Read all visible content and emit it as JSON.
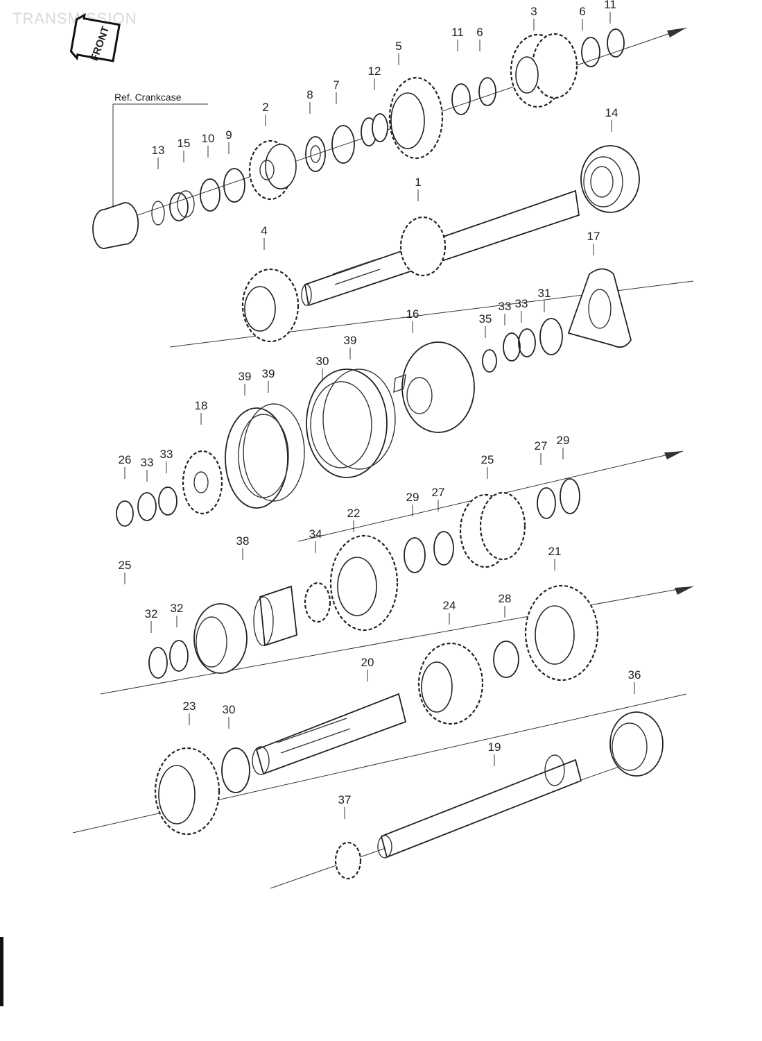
{
  "page": {
    "title": "TRANSMISSION",
    "front_label": "FRONT",
    "ref_label": "Ref. Crankcase"
  },
  "labels": [
    {
      "id": "p3",
      "text": "3"
    },
    {
      "id": "p6a",
      "text": "6"
    },
    {
      "id": "p11a",
      "text": "11"
    },
    {
      "id": "p11b",
      "text": "11"
    },
    {
      "id": "p6b",
      "text": "6"
    },
    {
      "id": "p5",
      "text": "5"
    },
    {
      "id": "p12",
      "text": "12"
    },
    {
      "id": "p7",
      "text": "7"
    },
    {
      "id": "p8",
      "text": "8"
    },
    {
      "id": "p2",
      "text": "2"
    },
    {
      "id": "p13",
      "text": "13"
    },
    {
      "id": "p15",
      "text": "15"
    },
    {
      "id": "p10",
      "text": "10"
    },
    {
      "id": "p9",
      "text": "9"
    },
    {
      "id": "p14",
      "text": "14"
    },
    {
      "id": "p1",
      "text": "1"
    },
    {
      "id": "p4",
      "text": "4"
    },
    {
      "id": "p17",
      "text": "17"
    },
    {
      "id": "p16",
      "text": "16"
    },
    {
      "id": "p35",
      "text": "35"
    },
    {
      "id": "p33a",
      "text": "33"
    },
    {
      "id": "p33b",
      "text": "33"
    },
    {
      "id": "p31",
      "text": "31"
    },
    {
      "id": "p30a",
      "text": "30"
    },
    {
      "id": "p39a",
      "text": "39"
    },
    {
      "id": "p39b",
      "text": "39"
    },
    {
      "id": "p39c",
      "text": "39"
    },
    {
      "id": "p18",
      "text": "18"
    },
    {
      "id": "p26",
      "text": "26"
    },
    {
      "id": "p33c",
      "text": "33"
    },
    {
      "id": "p33d",
      "text": "33"
    },
    {
      "id": "p25a",
      "text": "25"
    },
    {
      "id": "p25b",
      "text": "25"
    },
    {
      "id": "p27a",
      "text": "27"
    },
    {
      "id": "p29a",
      "text": "29"
    },
    {
      "id": "p29b",
      "text": "29"
    },
    {
      "id": "p27b",
      "text": "27"
    },
    {
      "id": "p22",
      "text": "22"
    },
    {
      "id": "p34",
      "text": "34"
    },
    {
      "id": "p38",
      "text": "38"
    },
    {
      "id": "p21",
      "text": "21"
    },
    {
      "id": "p32a",
      "text": "32"
    },
    {
      "id": "p32b",
      "text": "32"
    },
    {
      "id": "p24",
      "text": "24"
    },
    {
      "id": "p28",
      "text": "28"
    },
    {
      "id": "p20",
      "text": "20"
    },
    {
      "id": "p23",
      "text": "23"
    },
    {
      "id": "p30b",
      "text": "30"
    },
    {
      "id": "p36",
      "text": "36"
    },
    {
      "id": "p19",
      "text": "19"
    },
    {
      "id": "p37",
      "text": "37"
    }
  ]
}
